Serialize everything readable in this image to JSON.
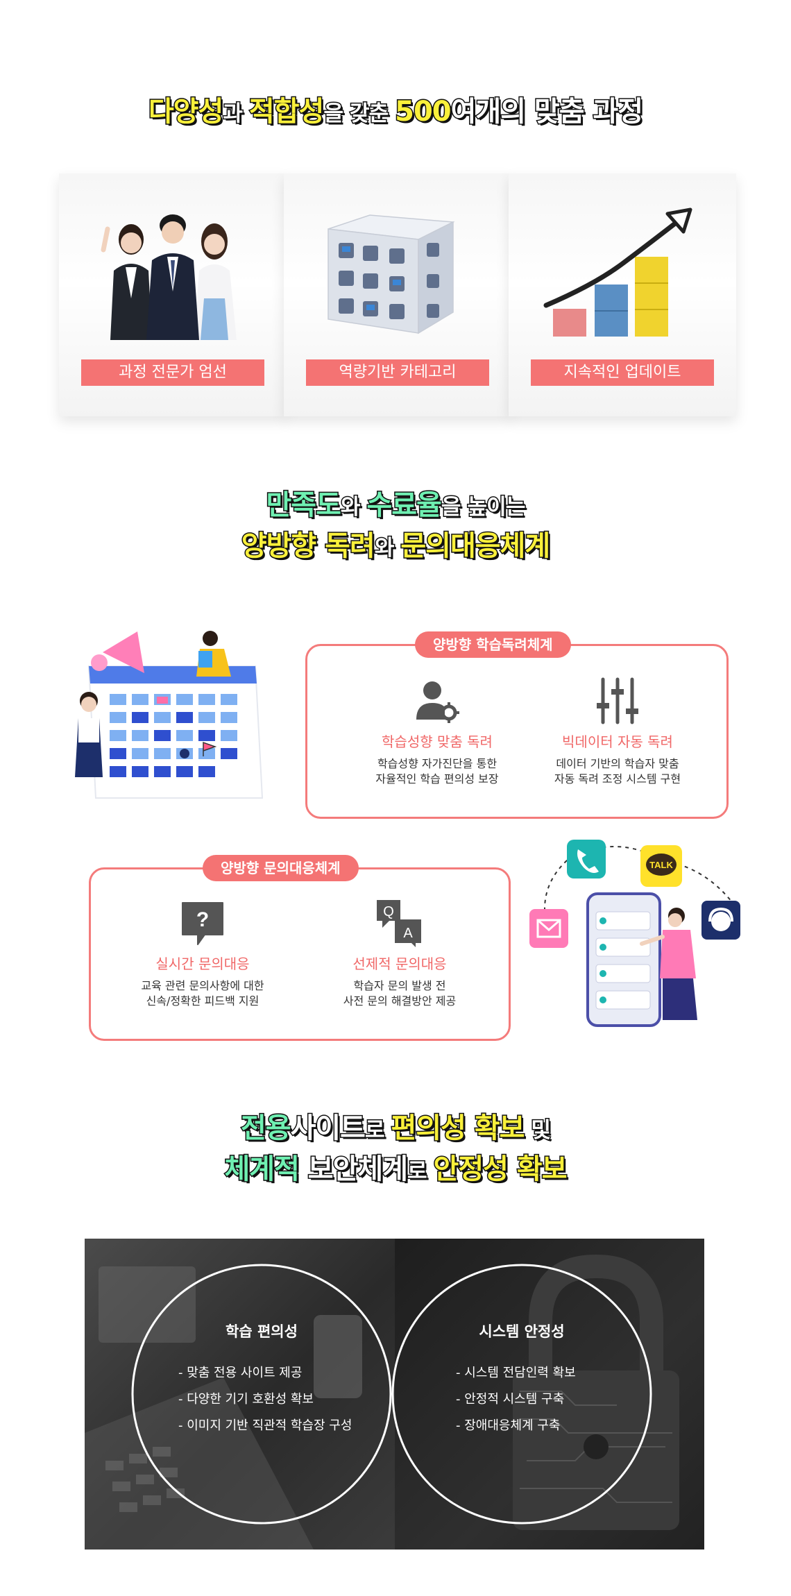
{
  "section1": {
    "heading": {
      "p1": "다양성",
      "p2": "과 ",
      "p3": "적합성",
      "p4": "을 갖춘 ",
      "p5": "500",
      "p6": "여개의 맞춤 과정"
    },
    "cards": [
      {
        "label": "과정 전문가 엄선"
      },
      {
        "label": "역량기반 카테고리"
      },
      {
        "label": "지속적인 업데이트"
      }
    ]
  },
  "section2": {
    "heading": {
      "l1a": "만족도",
      "l1b": "와 ",
      "l1c": "수료율",
      "l1d": "을 높이는",
      "l2a": "양방향 독려",
      "l2b": "와 ",
      "l2c": "문의대응체계"
    },
    "box1": {
      "pill": "양방향 학습독려체계",
      "features": [
        {
          "title": "학습성향 맞춤 독려",
          "desc1": "학습성향 자가진단을 통한",
          "desc2": "자율적인 학습 편의성 보장",
          "icon": "user-gear-icon"
        },
        {
          "title": "빅데이터 자동 독려",
          "desc1": "데이터 기반의 학습자 맞춤",
          "desc2": "자동 독려 조정 시스템 구현",
          "icon": "sliders-icon"
        }
      ]
    },
    "box2": {
      "pill": "양방향 문의대응체계",
      "features": [
        {
          "title": "실시간 문의대응",
          "desc1": "교육 관련 문의사항에 대한",
          "desc2": "신속/정확한 피드백 지원",
          "icon": "question-bubble-icon"
        },
        {
          "title": "선제적 문의대응",
          "desc1": "학습자 문의 발생 전",
          "desc2": "사전 문의 해결방안 제공",
          "icon": "qa-icon"
        }
      ]
    },
    "talk_badge": "TALK",
    "qa_q": "Q",
    "qa_a": "A"
  },
  "section3": {
    "heading": {
      "l1a": "전용",
      "l1b": "사이트",
      "l1c": "로 ",
      "l1d": "편의성 확보",
      "l1e": " 및",
      "l2a": "체계적",
      "l2b": " 보안체계",
      "l2c": "로 ",
      "l2d": "안정성 확보"
    },
    "left": {
      "title": "학습 편의성",
      "items": [
        "- 맞춤 전용 사이트 제공",
        "- 다양한 기기 호환성 확보",
        "- 이미지 기반 직관적 학습장 구성"
      ]
    },
    "right": {
      "title": "시스템 안정성",
      "items": [
        "- 시스템 전담인력 확보",
        "- 안정적 시스템 구축",
        "- 장애대응체계 구축"
      ]
    }
  },
  "colors": {
    "accent_red": "#f47373",
    "highlight_yellow": "#f9f03a",
    "highlight_green": "#6ff0b2",
    "dark_panel": "#2a2a2a"
  }
}
